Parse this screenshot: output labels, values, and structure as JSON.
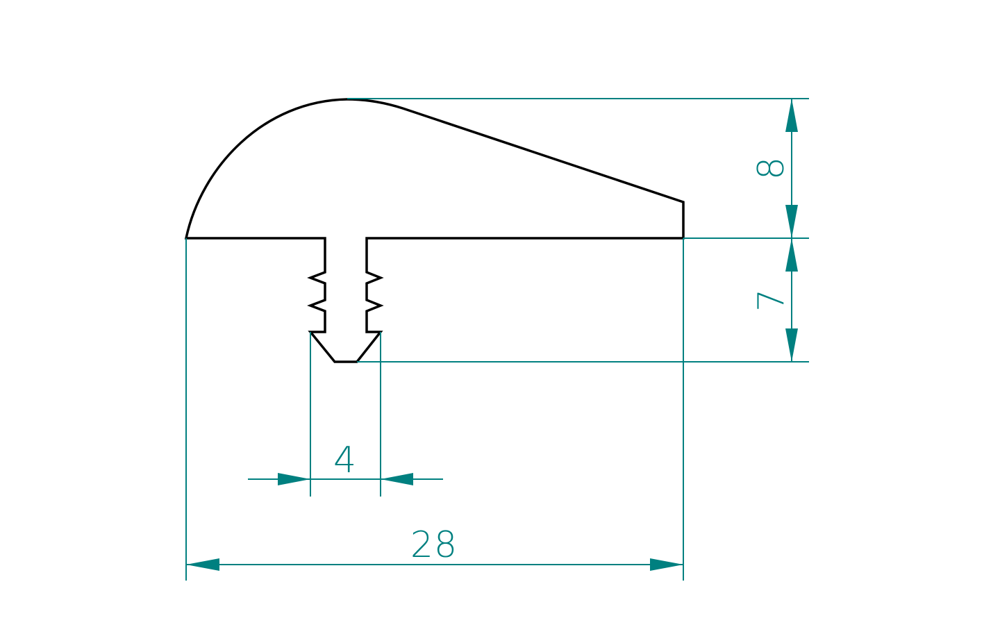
{
  "drawing": {
    "line_color": "#000000",
    "dimension_color": "#008080",
    "dimensions": {
      "head_height": "8",
      "tongue_height": "7",
      "tongue_width": "4",
      "overall_width": "28"
    }
  }
}
